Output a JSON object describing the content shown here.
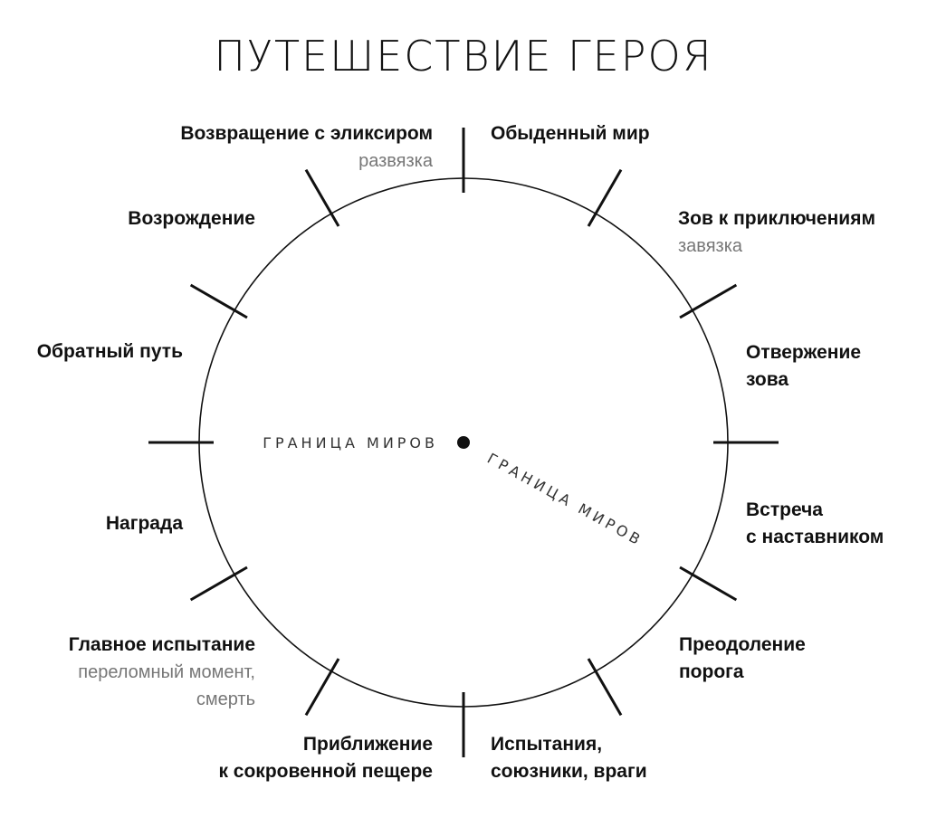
{
  "title": "ПУТЕШЕСТВИЕ ГЕРОЯ",
  "center_labels": {
    "left": "ГРАНИЦА МИРОВ",
    "diagonal": "ГРАНИЦА МИРОВ"
  },
  "stages": [
    {
      "lines": [
        "Обыденный мир"
      ],
      "sub": []
    },
    {
      "lines": [
        "Зов к приключениям"
      ],
      "sub": [
        "завязка"
      ]
    },
    {
      "lines": [
        "Отвержение",
        "зова"
      ],
      "sub": []
    },
    {
      "lines": [
        "Встреча",
        "с наставником"
      ],
      "sub": []
    },
    {
      "lines": [
        "Преодоление",
        "порога"
      ],
      "sub": []
    },
    {
      "lines": [
        "Испытания,",
        "союзники, враги"
      ],
      "sub": []
    },
    {
      "lines": [
        "Приближение",
        "к сокровенной пещере"
      ],
      "sub": []
    },
    {
      "lines": [
        "Главное испытание"
      ],
      "sub": [
        "переломный момент,",
        "смерть"
      ]
    },
    {
      "lines": [
        "Награда"
      ],
      "sub": []
    },
    {
      "lines": [
        "Обратный путь"
      ],
      "sub": []
    },
    {
      "lines": [
        "Возрождение"
      ],
      "sub": []
    },
    {
      "lines": [
        "Возвращение с эликсиром"
      ],
      "sub": [
        "развязка"
      ]
    }
  ]
}
